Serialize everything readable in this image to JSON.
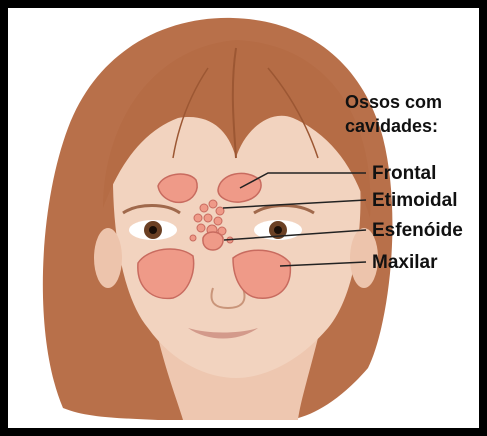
{
  "heading": {
    "line1": "Ossos com",
    "line2": "cavidades:"
  },
  "labels": [
    {
      "id": "frontal",
      "text": "Frontal"
    },
    {
      "id": "etimoidal",
      "text": "Etimoidal"
    },
    {
      "id": "esfenoide",
      "text": "Esfenóide"
    },
    {
      "id": "maxilar",
      "text": "Maxilar"
    }
  ],
  "colors": {
    "frame": "#000000",
    "background": "#ffffff",
    "hair": "#b8704a",
    "skin": "#f2d3bf",
    "sinus": "#ef9a88",
    "sinus_outline": "#c86b5f",
    "leader": "#222222"
  }
}
